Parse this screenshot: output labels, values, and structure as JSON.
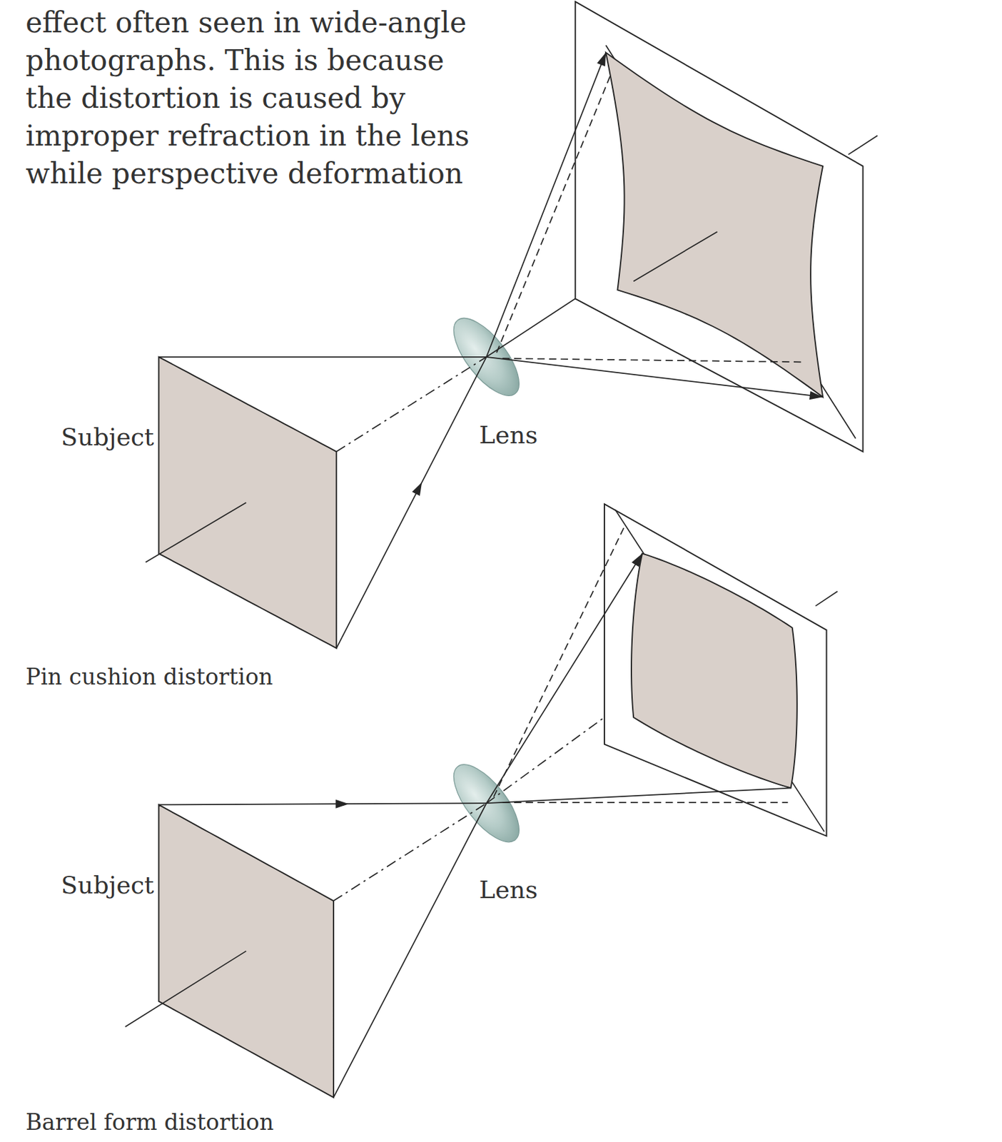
{
  "diagram": {
    "labels": [
      "effect often seen in wide-angle photographs. This is because the distortion is caused by improper refraction in the lens while perspective deformation",
      "Subject",
      "Lens",
      "Pin cushion distortion",
      "Subject",
      "Lens",
      "Barrel form distortion"
    ]
  }
}
